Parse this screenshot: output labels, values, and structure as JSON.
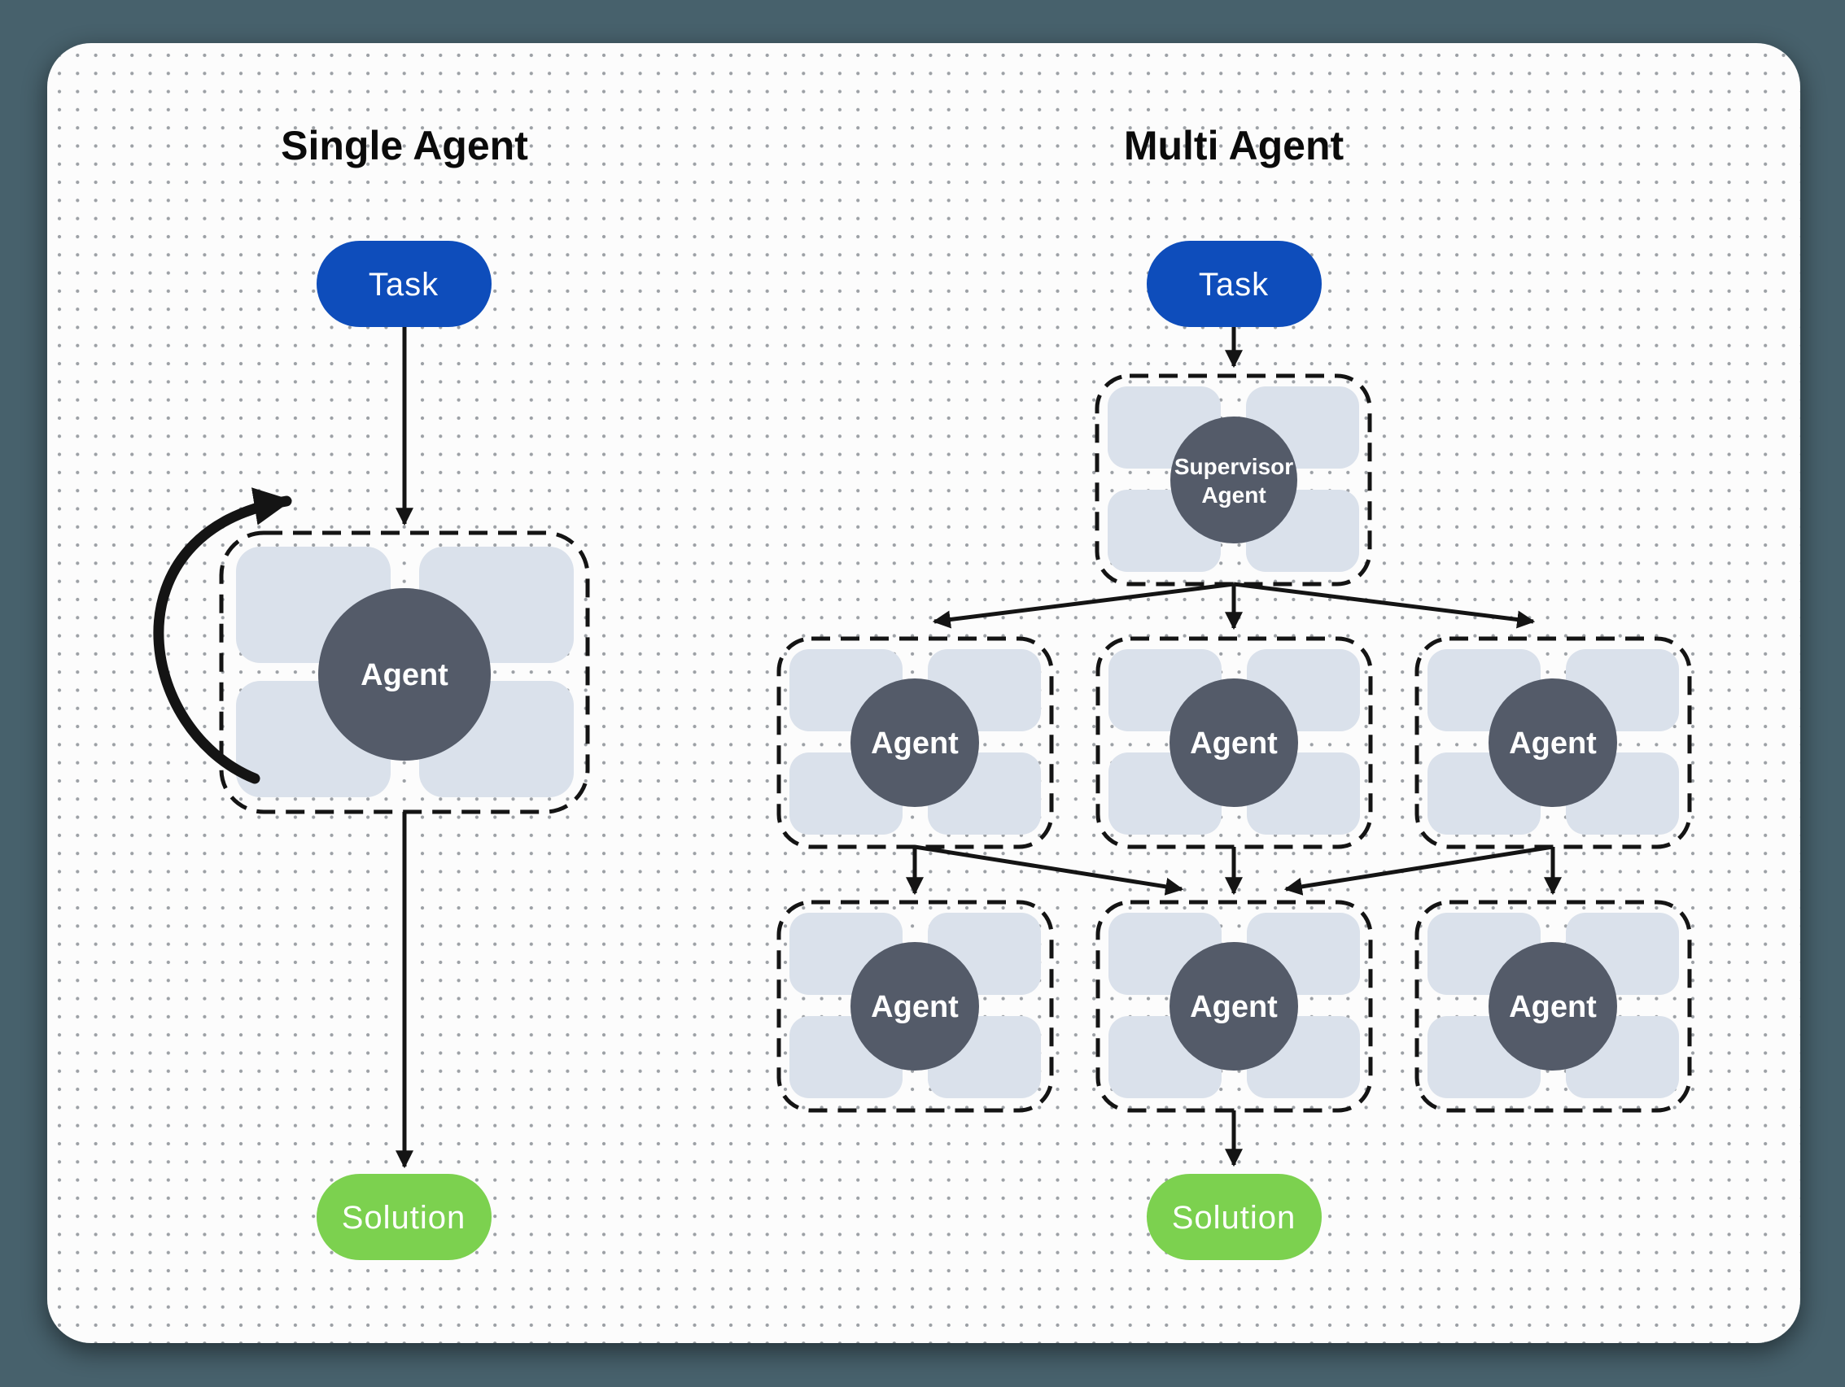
{
  "colors": {
    "bg_outer": "#47616C",
    "card_bg": "#FCFCFC",
    "dot_grid": "#8B9095",
    "task_blue": "#0E4DBB",
    "solution_green": "#7CD14F",
    "agent_dark": "#545B69",
    "tool_light": "#DAE1EB",
    "line": "#141414",
    "label_white": "#FFFFFF"
  },
  "single": {
    "title": "Single Agent",
    "task": "Task",
    "agent": "Agent",
    "solution": "Solution"
  },
  "multi": {
    "title": "Multi Agent",
    "task": "Task",
    "supervisor_line1": "Supervisor",
    "supervisor_line2": "Agent",
    "workers": [
      "Agent",
      "Agent",
      "Agent",
      "Agent",
      "Agent",
      "Agent"
    ],
    "solution": "Solution"
  }
}
